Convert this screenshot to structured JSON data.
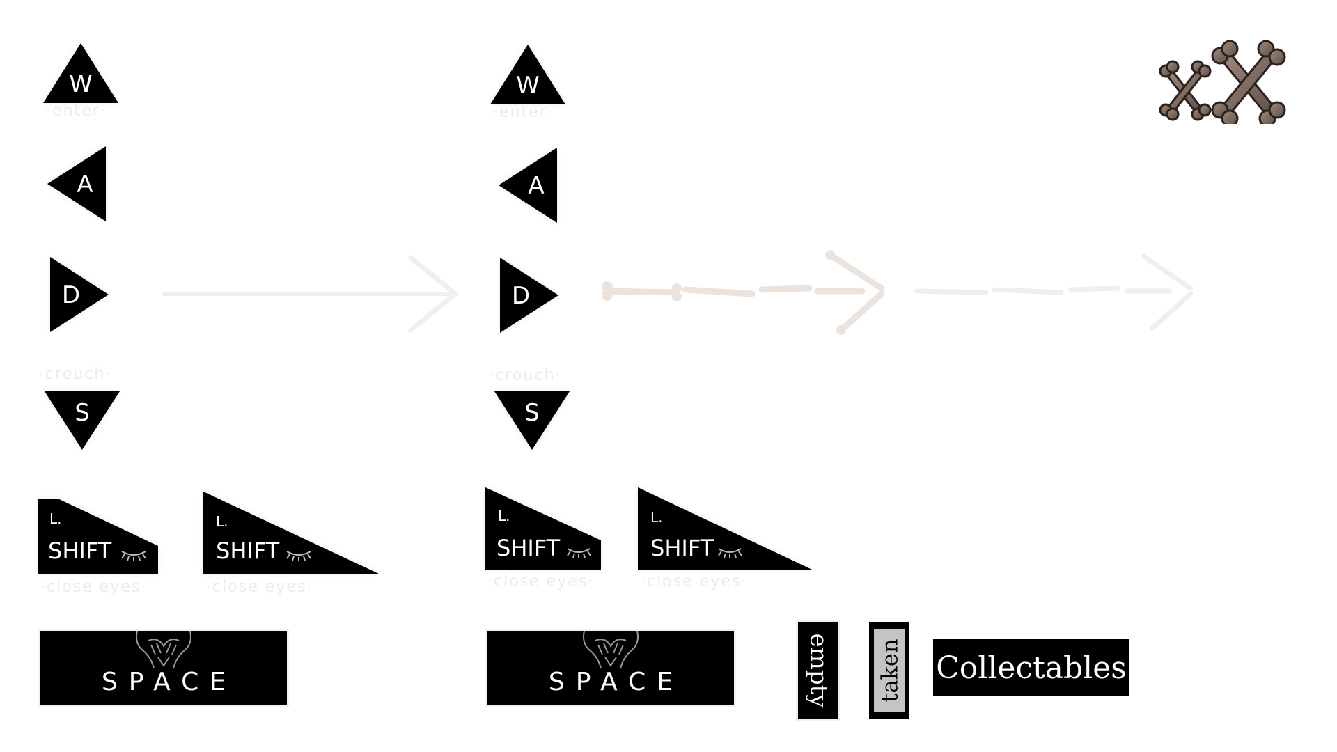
{
  "colors": {
    "key_fill": "#000000",
    "key_text": "#ffffff",
    "faint_hint": "#f0ebe8",
    "arrow": "#f3eeea",
    "taken_fill": "#c4c4c4",
    "bone": "#8a7668"
  },
  "keys": {
    "w": "W",
    "a": "A",
    "d": "D",
    "s": "S",
    "shift_prefix": "L.",
    "shift": "SHIFT",
    "space": "SPACE"
  },
  "hints": {
    "enter": "·enter·",
    "crouch": "·crouch·",
    "close_eyes": "·close eyes·"
  },
  "slots": {
    "empty": "empty",
    "taken": "taken"
  },
  "collectables_label": "Collectables",
  "icons": {
    "eye_closed": "closed-eye-icon",
    "hands": "hands-over-eyes-icon",
    "bones": "crossed-bones-icon",
    "arrow": "right-arrow-icon",
    "bone_arrow": "bone-arrow-icon"
  }
}
